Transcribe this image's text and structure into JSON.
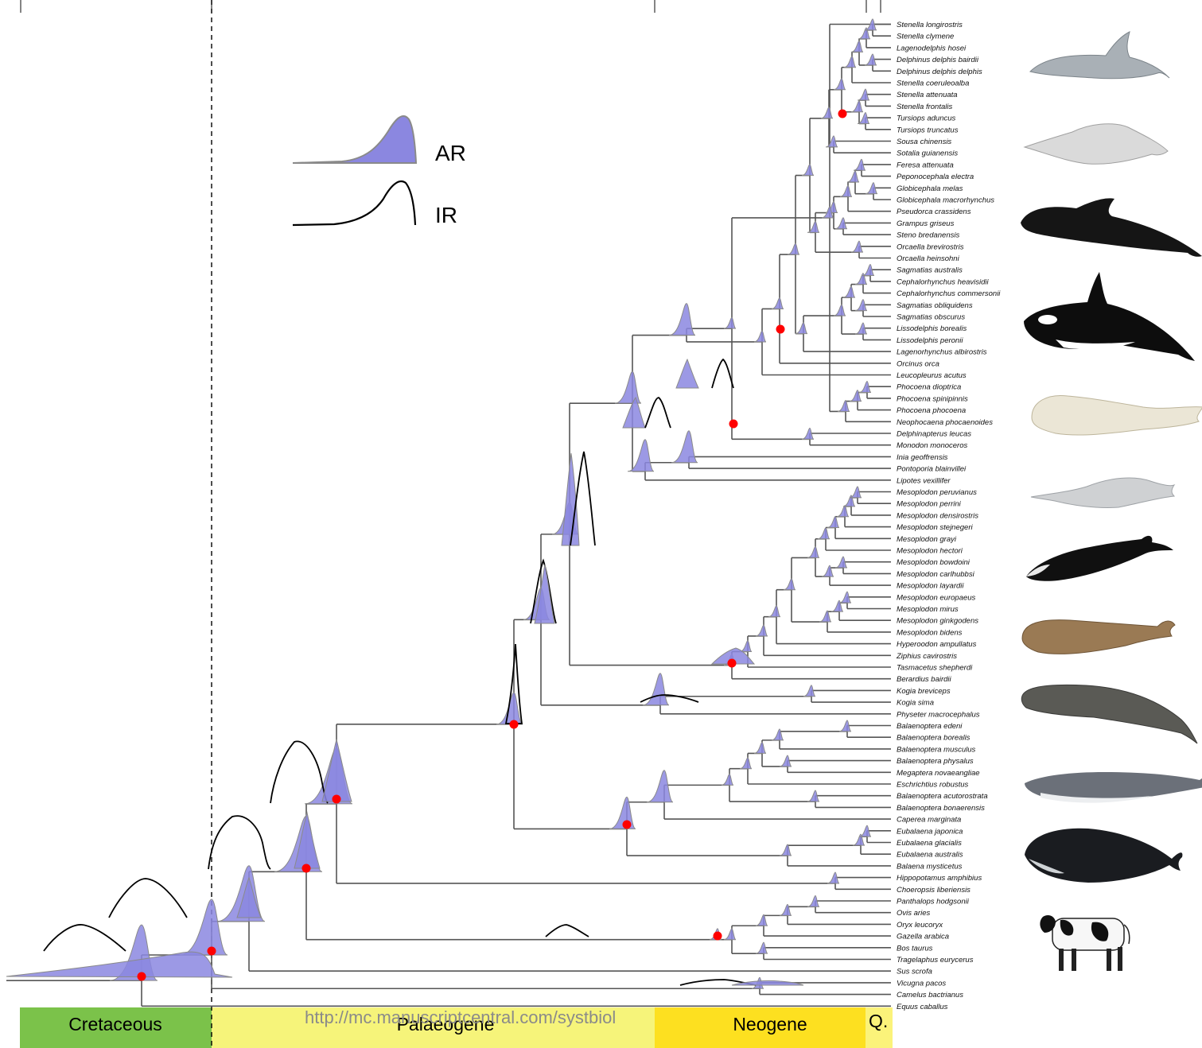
{
  "legend": {
    "ar_label": "AR",
    "ir_label": "IR"
  },
  "colors": {
    "ar_fill": "#8b87e0",
    "ar_stroke": "#8a8a8a",
    "ir_stroke": "#000000",
    "branch": "#555555",
    "node_marker": "#ff0000",
    "cretaceous": "#7bc24a",
    "palaeogene": "#f6f47a",
    "neogene": "#fde020",
    "quaternary": "#fbf37a"
  },
  "periods": [
    {
      "label": "Cretaceous"
    },
    {
      "label": "Palaeogene"
    },
    {
      "label": "Neogene"
    },
    {
      "label": "Q."
    }
  ],
  "watermark": "http://mc.manuscriptcentral.com/systbiol",
  "taxa": [
    "Stenella longirostris",
    "Stenella clymene",
    "Lagenodelphis hosei",
    "Delphinus delphis bairdii",
    "Delphinus delphis delphis",
    "Stenella coeruleoalba",
    "Stenella attenuata",
    "Stenella frontalis",
    "Tursiops aduncus",
    "Tursiops truncatus",
    "Sousa chinensis",
    "Sotalia guianensis",
    "Feresa attenuata",
    "Peponocephala electra",
    "Globicephala melas",
    "Globicephala macrorhynchus",
    "Pseudorca crassidens",
    "Grampus griseus",
    "Steno bredanensis",
    "Orcaella brevirostris",
    "Orcaella heinsohni",
    "Sagmatias australis",
    "Cephalorhynchus heavisidii",
    "Cephalorhynchus commersonii",
    "Sagmatias obliquidens",
    "Sagmatias obscurus",
    "Lissodelphis borealis",
    "Lissodelphis peronii",
    "Lagenorhynchus albirostris",
    "Orcinus orca",
    "Leucopleurus acutus",
    "Phocoena dioptrica",
    "Phocoena spinipinnis",
    "Phocoena phocoena",
    "Neophocaena phocaenoides",
    "Delphinapterus leucas",
    "Monodon monoceros",
    "Inia geoffrensis",
    "Pontoporia blainvillei",
    "Lipotes vexillifer",
    "Mesoplodon peruvianus",
    "Mesoplodon perrini",
    "Mesoplodon densirostris",
    "Mesoplodon stejnegeri",
    "Mesoplodon grayi",
    "Mesoplodon hectori",
    "Mesoplodon bowdoini",
    "Mesoplodon carlhubbsi",
    "Mesoplodon layardii",
    "Mesoplodon europaeus",
    "Mesoplodon mirus",
    "Mesoplodon ginkgodens",
    "Mesoplodon bidens",
    "Hyperoodon ampullatus",
    "Ziphius cavirostris",
    "Tasmacetus shepherdi",
    "Berardius bairdii",
    "Kogia breviceps",
    "Kogia sima",
    "Physeter macrocephalus",
    "Balaenoptera edeni",
    "Balaenoptera borealis",
    "Balaenoptera musculus",
    "Balaenoptera physalus",
    "Megaptera novaeangliae",
    "Eschrichtius robustus",
    "Balaenoptera acutorostrata",
    "Balaenoptera bonaerensis",
    "Caperea marginata",
    "Eubalaena japonica",
    "Eubalaena glacialis",
    "Eubalaena australis",
    "Balaena mysticetus",
    "Hippopotamus amphibius",
    "Choeropsis liberiensis",
    "Panthalops hodgsonii",
    "Ovis aries",
    "Oryx leucoryx",
    "Gazella arabica",
    "Bos taurus",
    "Tragelaphus eurycerus",
    "Sus scrofa",
    "Vicugna pacos",
    "Camelus bactrianus",
    "Equus caballus"
  ],
  "illustrations": [
    "dolphin-illustration",
    "humpback-dolphin-illustration",
    "pilot-whale-illustration",
    "orca-illustration",
    "beluga-illustration",
    "river-dolphin-illustration",
    "beaked-whale-illustration",
    "bottlenose-whale-illustration",
    "sperm-whale-illustration",
    "rorqual-illustration",
    "right-whale-illustration",
    "cow-illustration"
  ]
}
